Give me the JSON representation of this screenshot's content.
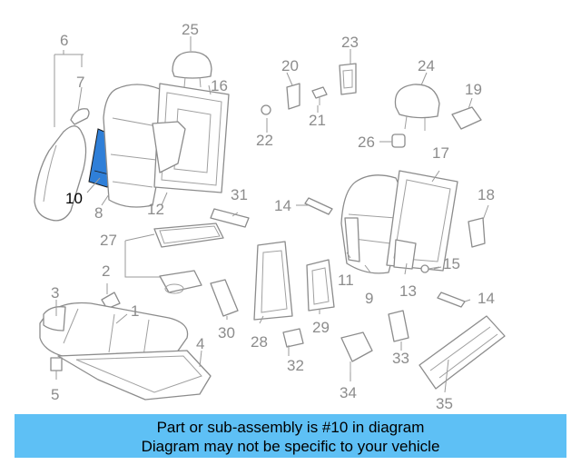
{
  "callouts": {
    "c1": "1",
    "c2": "2",
    "c3": "3",
    "c4": "4",
    "c5": "5",
    "c6": "6",
    "c7": "7",
    "c8": "8",
    "c10": "10",
    "c11": "11",
    "c12": "12",
    "c13": "13",
    "c14a": "14",
    "c14b": "14",
    "c15": "15",
    "c16": "16",
    "c17": "17",
    "c18": "18",
    "c19": "19",
    "c20": "20",
    "c21": "21",
    "c22": "22",
    "c23": "23",
    "c24": "24",
    "c25": "25",
    "c26": "26",
    "c27": "27",
    "c28": "28",
    "c29": "29",
    "c30": "30",
    "c31": "31",
    "c32": "32",
    "c33": "33",
    "c34": "34",
    "c35": "35",
    "c9": "9"
  },
  "highlight_color": "#2f7fd8",
  "banner": {
    "line1": "Part or sub-assembly is #10 in diagram",
    "line2": "Diagram may not be specific to your vehicle",
    "background": "#5ec0f5"
  }
}
